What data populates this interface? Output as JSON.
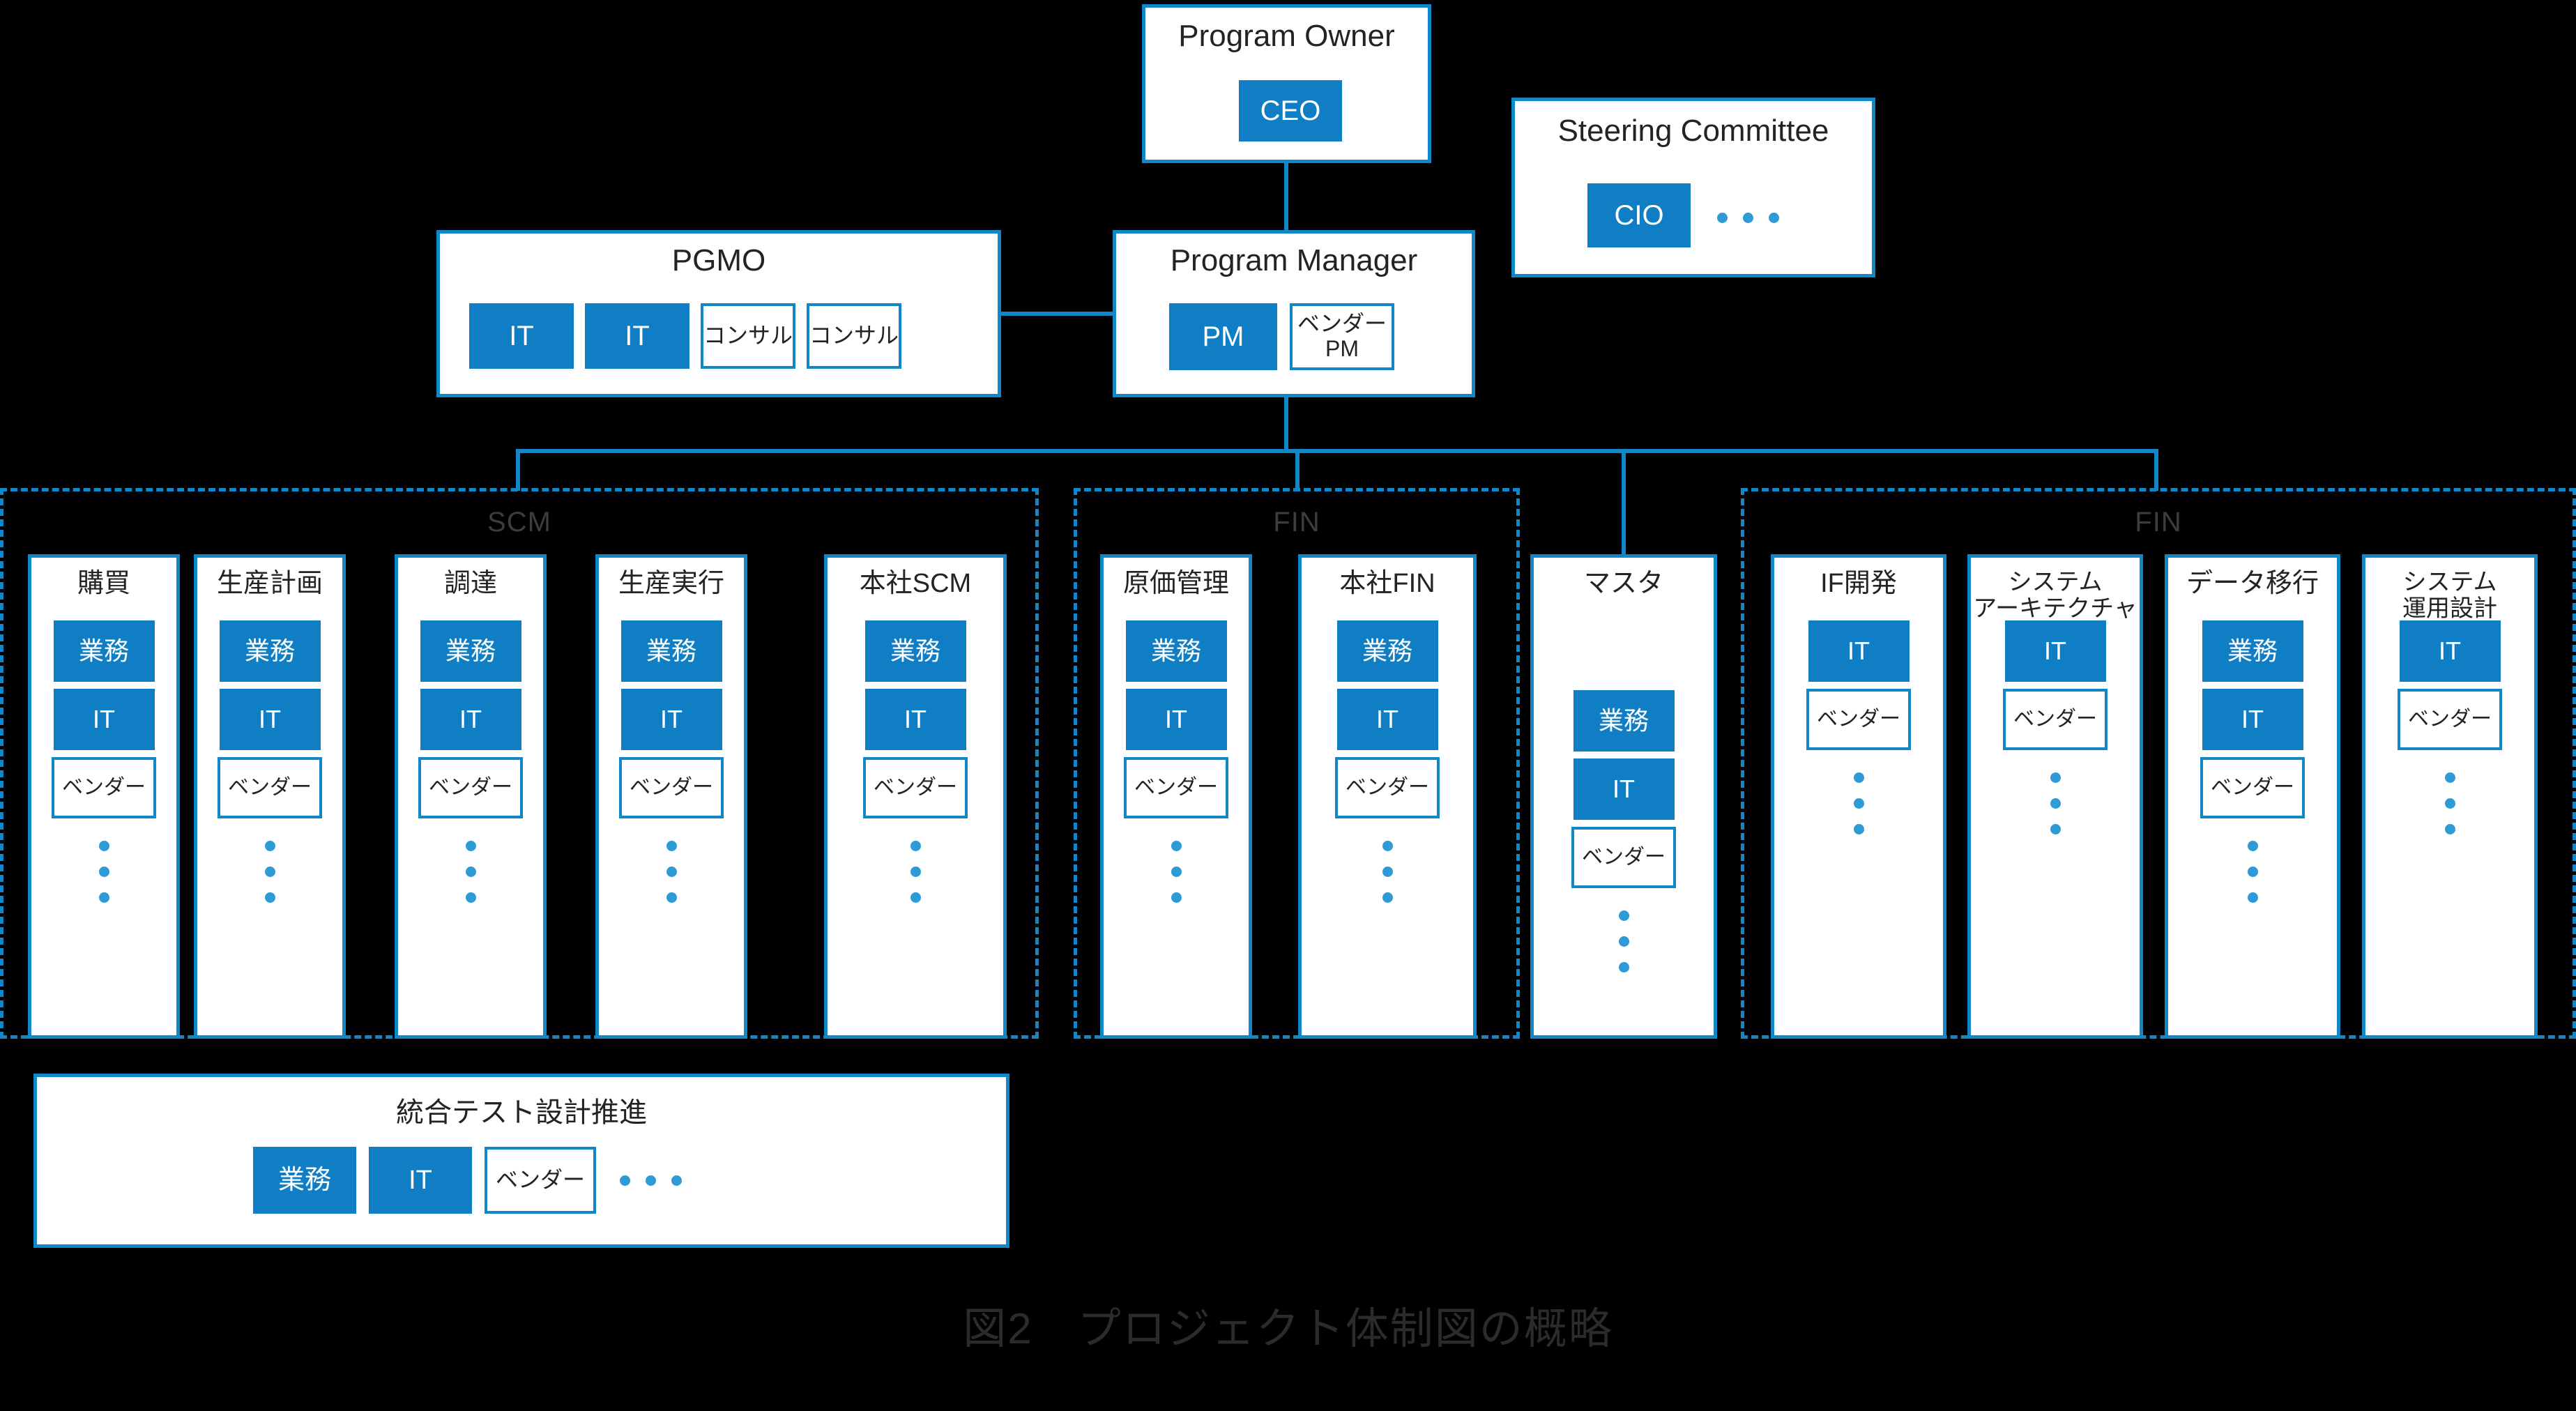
{
  "caption": "図2　プロジェクト体制図の概略",
  "colors": {
    "accent": "#0F7EC4",
    "border": "#1186C8",
    "dot": "#2E9BD6",
    "background": "#000000",
    "node_fill": "#ffffff"
  },
  "top": {
    "program_owner": {
      "title": "Program Owner",
      "members": [
        {
          "label": "CEO",
          "type": "filled"
        }
      ]
    },
    "steering_committee": {
      "title": "Steering Committee",
      "members": [
        {
          "label": "CIO",
          "type": "filled"
        }
      ],
      "ellipsis": "..."
    },
    "pgmo": {
      "title": "PGMO",
      "members": [
        {
          "label": "IT",
          "type": "filled"
        },
        {
          "label": "IT",
          "type": "filled"
        },
        {
          "label": "コンサル",
          "type": "outline"
        },
        {
          "label": "コンサル",
          "type": "outline"
        }
      ]
    },
    "program_manager": {
      "title": "Program Manager",
      "members": [
        {
          "label": "PM",
          "type": "filled"
        },
        {
          "label": "ベンダー\nPM",
          "type": "outline"
        }
      ]
    }
  },
  "groups": [
    {
      "label": "SCM",
      "units": [
        {
          "title": "購買",
          "members": [
            {
              "label": "業務",
              "type": "filled"
            },
            {
              "label": "IT",
              "type": "filled"
            },
            {
              "label": "ベンダー",
              "type": "outline"
            }
          ],
          "ellipsis": true
        },
        {
          "title": "生産計画",
          "members": [
            {
              "label": "業務",
              "type": "filled"
            },
            {
              "label": "IT",
              "type": "filled"
            },
            {
              "label": "ベンダー",
              "type": "outline"
            }
          ],
          "ellipsis": true
        },
        {
          "title": "調達",
          "members": [
            {
              "label": "業務",
              "type": "filled"
            },
            {
              "label": "IT",
              "type": "filled"
            },
            {
              "label": "ベンダー",
              "type": "outline"
            }
          ],
          "ellipsis": true
        },
        {
          "title": "生産実行",
          "members": [
            {
              "label": "業務",
              "type": "filled"
            },
            {
              "label": "IT",
              "type": "filled"
            },
            {
              "label": "ベンダー",
              "type": "outline"
            }
          ],
          "ellipsis": true
        },
        {
          "title": "本社SCM",
          "members": [
            {
              "label": "業務",
              "type": "filled"
            },
            {
              "label": "IT",
              "type": "filled"
            },
            {
              "label": "ベンダー",
              "type": "outline"
            }
          ],
          "ellipsis": true
        }
      ]
    },
    {
      "label": "FIN",
      "units": [
        {
          "title": "原価管理",
          "members": [
            {
              "label": "業務",
              "type": "filled"
            },
            {
              "label": "IT",
              "type": "filled"
            },
            {
              "label": "ベンダー",
              "type": "outline"
            }
          ],
          "ellipsis": true
        },
        {
          "title": "本社FIN",
          "members": [
            {
              "label": "業務",
              "type": "filled"
            },
            {
              "label": "IT",
              "type": "filled"
            },
            {
              "label": "ベンダー",
              "type": "outline"
            }
          ],
          "ellipsis": true
        }
      ]
    },
    {
      "label": "FIN",
      "units": [
        {
          "title": "IF開発",
          "members": [
            {
              "label": "IT",
              "type": "filled"
            },
            {
              "label": "ベンダー",
              "type": "outline"
            }
          ],
          "ellipsis": true
        },
        {
          "title": "システム\nアーキテクチャ",
          "members": [
            {
              "label": "IT",
              "type": "filled"
            },
            {
              "label": "ベンダー",
              "type": "outline"
            }
          ],
          "ellipsis": true
        },
        {
          "title": "データ移行",
          "members": [
            {
              "label": "業務",
              "type": "filled"
            },
            {
              "label": "IT",
              "type": "filled"
            },
            {
              "label": "ベンダー",
              "type": "outline"
            }
          ],
          "ellipsis": true
        },
        {
          "title": "システム\n運用設計",
          "members": [
            {
              "label": "IT",
              "type": "filled"
            },
            {
              "label": "ベンダー",
              "type": "outline"
            }
          ],
          "ellipsis": true
        }
      ]
    }
  ],
  "standalone": {
    "masta": {
      "title": "マスタ",
      "members": [
        {
          "label": "業務",
          "type": "filled"
        },
        {
          "label": "IT",
          "type": "filled"
        },
        {
          "label": "ベンダー",
          "type": "outline"
        }
      ],
      "ellipsis": true
    }
  },
  "bottom": {
    "integration_test": {
      "title": "統合テスト設計推進",
      "members": [
        {
          "label": "業務",
          "type": "filled"
        },
        {
          "label": "IT",
          "type": "filled"
        },
        {
          "label": "ベンダー",
          "type": "outline"
        }
      ],
      "ellipsis": "..."
    }
  }
}
